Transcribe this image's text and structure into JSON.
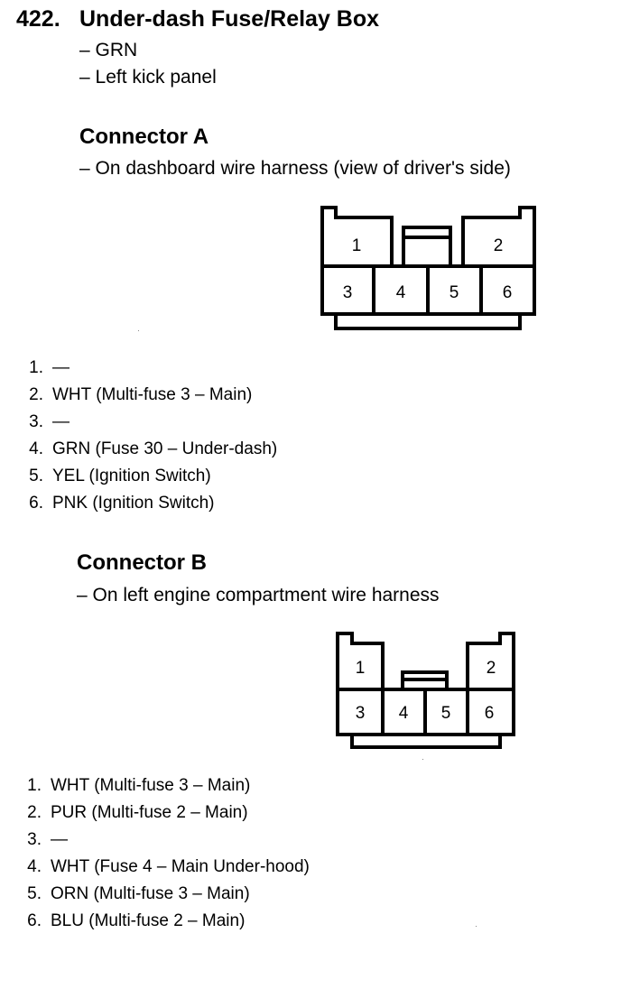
{
  "entry": {
    "number": "422.",
    "title": "Under-dash Fuse/Relay Box",
    "details": [
      "– GRN",
      "– Left kick panel"
    ]
  },
  "connector_a": {
    "title": "Connector A",
    "location": "– On dashboard wire harness (view of driver's side)",
    "cavity_labels": [
      "1",
      "2",
      "3",
      "4",
      "5",
      "6"
    ],
    "pins": [
      {
        "num": "1.",
        "desc": "—"
      },
      {
        "num": "2.",
        "desc": "WHT (Multi-fuse 3 – Main)"
      },
      {
        "num": "3.",
        "desc": "—"
      },
      {
        "num": "4.",
        "desc": "GRN (Fuse 30 – Under-dash)"
      },
      {
        "num": "5.",
        "desc": "YEL (Ignition Switch)"
      },
      {
        "num": "6.",
        "desc": "PNK (Ignition Switch)"
      }
    ]
  },
  "connector_b": {
    "title": "Connector B",
    "location": "– On left engine compartment wire harness",
    "cavity_labels": [
      "1",
      "2",
      "3",
      "4",
      "5",
      "6"
    ],
    "pins": [
      {
        "num": "1.",
        "desc": "WHT (Multi-fuse 3 – Main)"
      },
      {
        "num": "2.",
        "desc": "PUR (Multi-fuse 2 – Main)"
      },
      {
        "num": "3.",
        "desc": "—"
      },
      {
        "num": "4.",
        "desc": "WHT (Fuse 4 – Main Under-hood)"
      },
      {
        "num": "5.",
        "desc": "ORN (Multi-fuse 3 – Main)"
      },
      {
        "num": "6.",
        "desc": "BLU (Multi-fuse 2 – Main)"
      }
    ]
  }
}
